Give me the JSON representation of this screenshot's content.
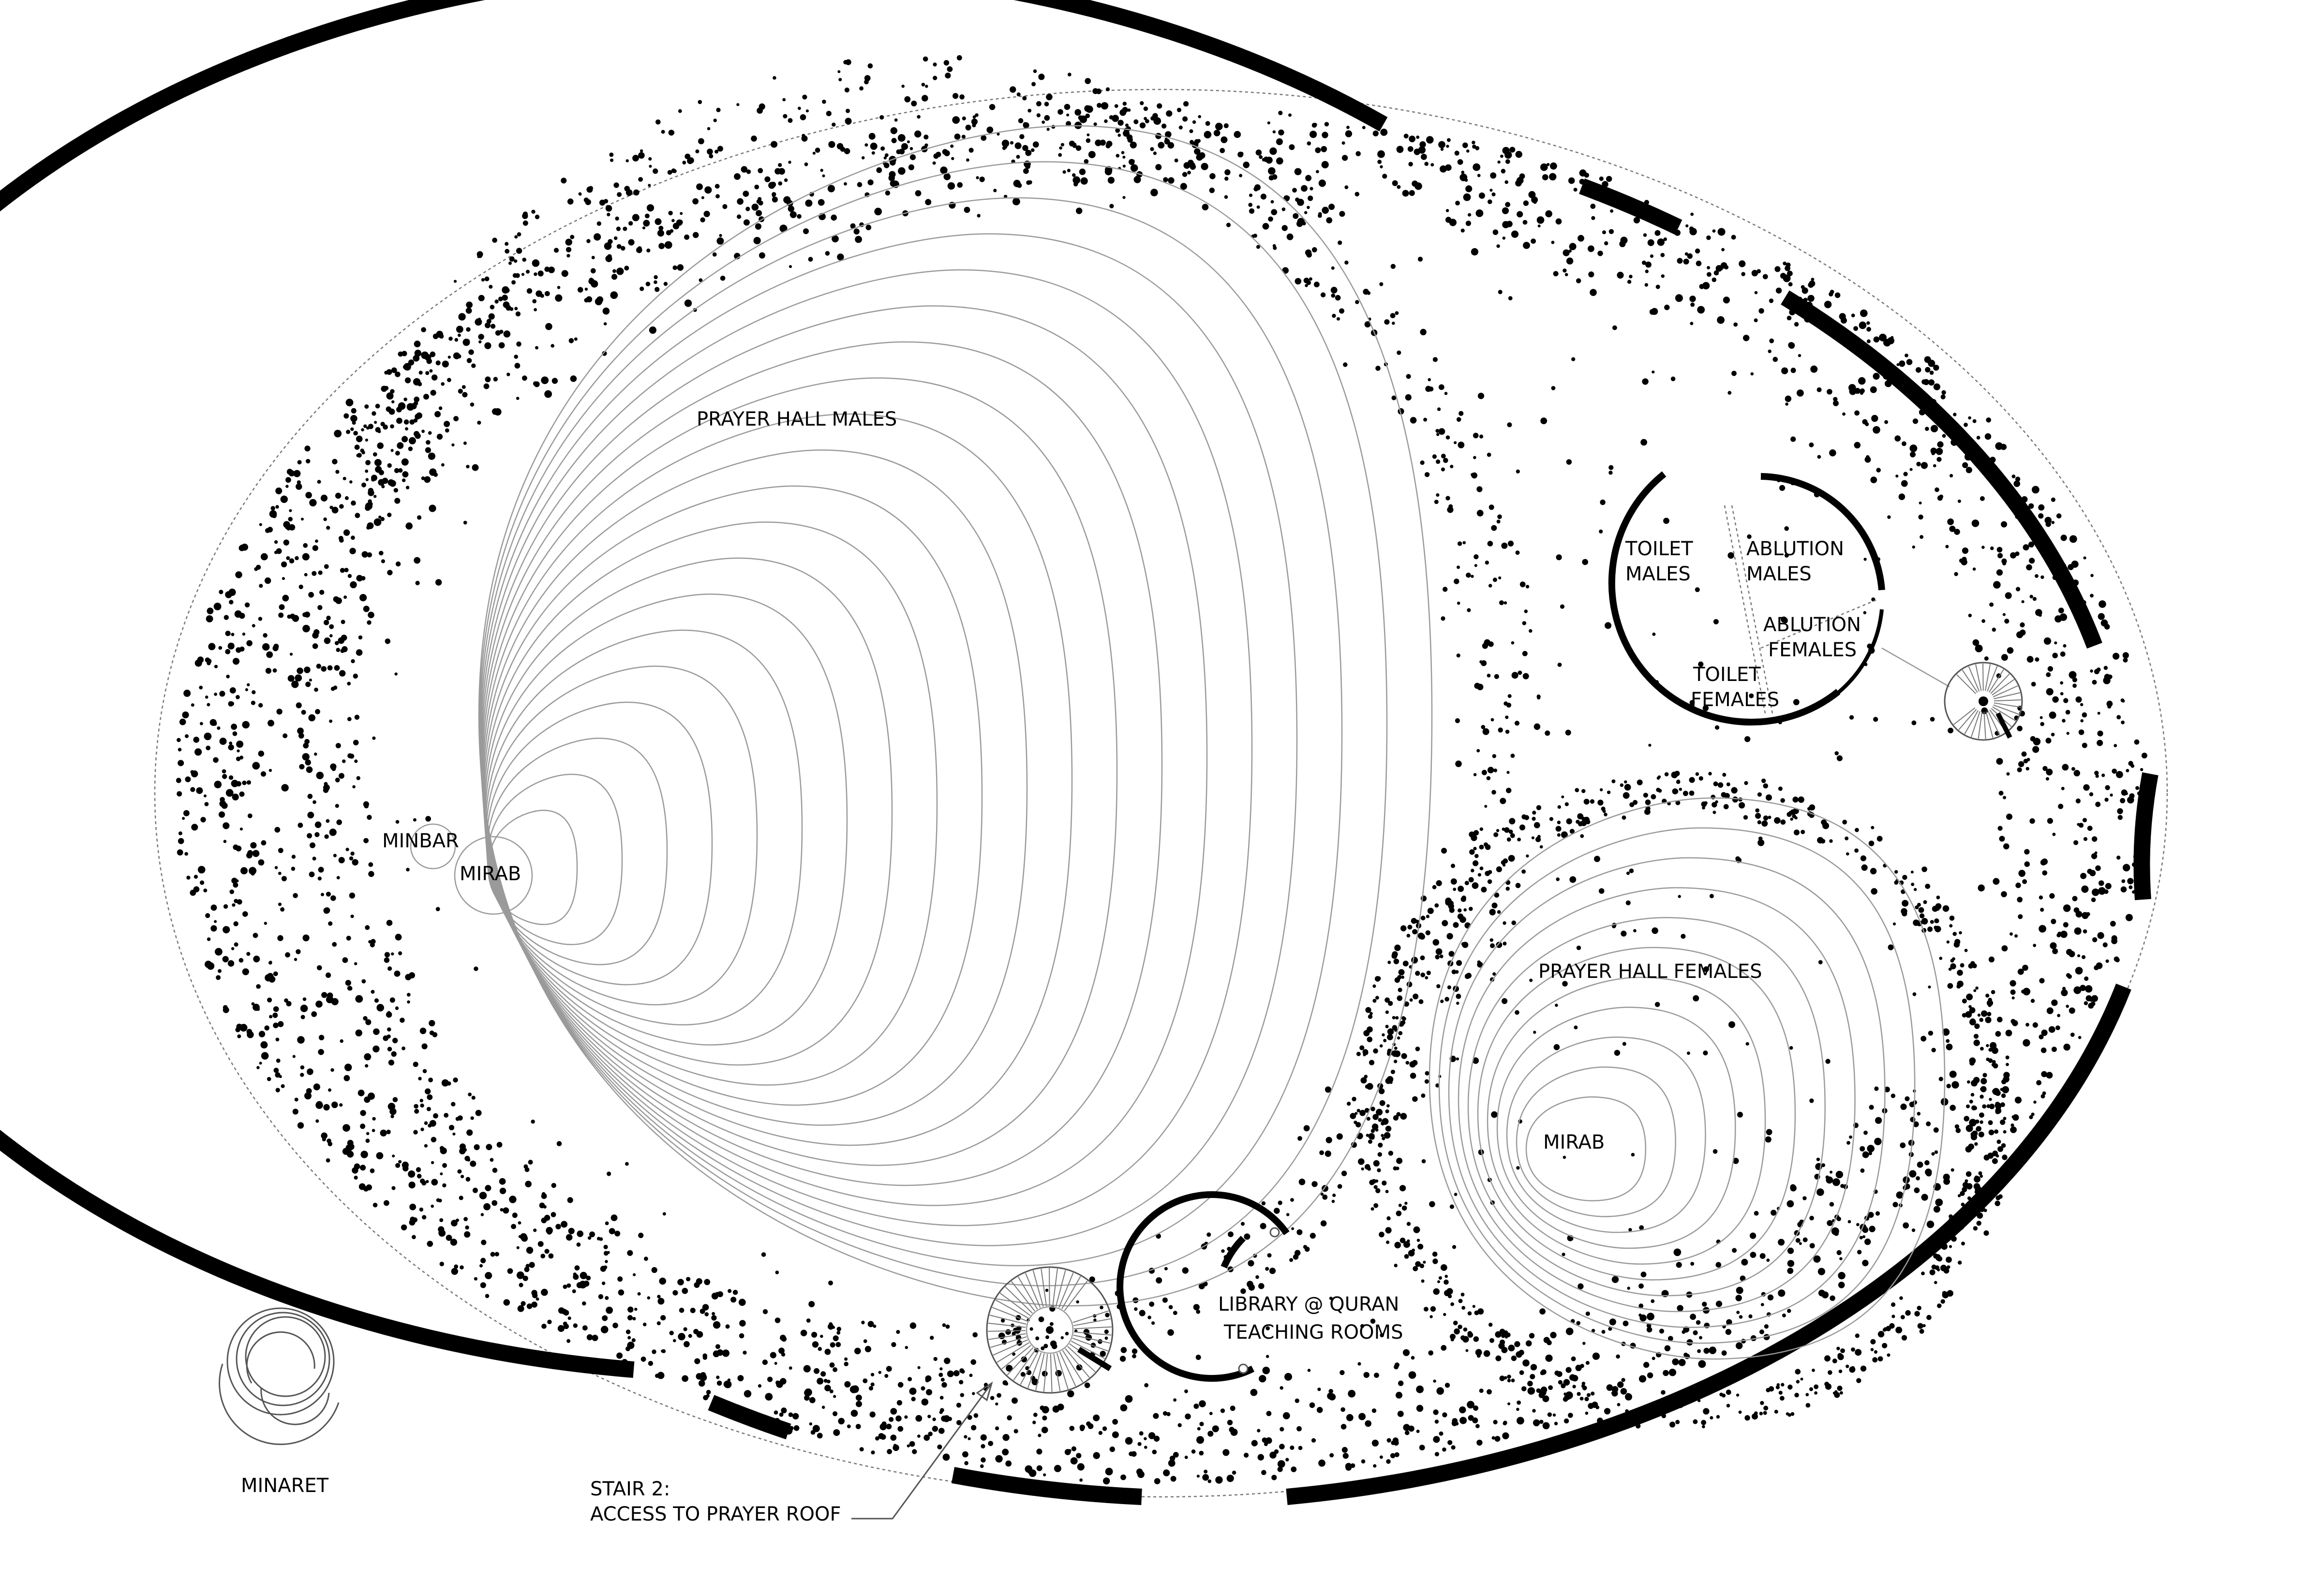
{
  "labels": {
    "prayer_hall_males": "PRAYER HALL MALES",
    "minbar": "MINBAR",
    "mirab_males": "MIRAB",
    "toilet_males_1": "TOILET",
    "toilet_males_2": "MALES",
    "ablution_males_1": "ABLUTION",
    "ablution_males_2": "MALES",
    "ablution_females_1": "ABLUTION",
    "ablution_females_2": "FEMALES",
    "toilet_females_1": "TOILET",
    "toilet_females_2": "FEMALES",
    "prayer_hall_females": "PRAYER HALL FEMALES",
    "mirab_females": "MIRAB",
    "library_1": "LIBRARY @ QURAN",
    "library_2": "TEACHING ROOMS",
    "minaret": "MINARET",
    "stair_1": "STAIR 2:",
    "stair_2": "ACCESS TO PRAYER ROOF"
  },
  "colors": {
    "ink": "#000000",
    "line": "#9a9a9a",
    "background": "#ffffff"
  }
}
